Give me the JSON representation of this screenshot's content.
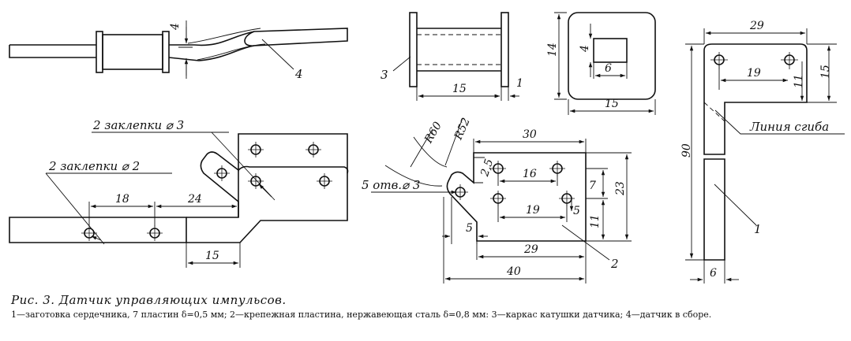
{
  "figure": {
    "caption_title": "Рис. 3. Датчик управляющих импульсов.",
    "caption_legend": "1—заготовка сердечника, 7 пластин δ=0,5 мм; 2—крепежная пластина, нержавеющая сталь δ=0,8 мм: 3—каркас катушки датчика; 4—датчик в сборе."
  },
  "labels": {
    "rivets_3": "2 заклепки ⌀ 3",
    "rivets_2": "2 заклепки ⌀ 2",
    "holes_3": "5 отв.⌀ 3",
    "bend_line": "Линия сгиба",
    "part_1": "1",
    "part_1b": "1",
    "part_2": "2",
    "part_3": "3",
    "part_4": "4"
  },
  "dimensions": {
    "d_4": "4",
    "d_15_bobbin": "15",
    "d_1_bobbin": "1",
    "d_14": "14",
    "d_4_window": "4",
    "d_6_window": "6",
    "d_15_square": "15",
    "d_29_core": "29",
    "d_19_core": "19",
    "d_11_core": "11",
    "d_15_core": "15",
    "d_90": "90",
    "d_6_core": "6",
    "d_18": "18",
    "d_24": "24",
    "d_15_assembly": "15",
    "d_r60": "R60",
    "d_r52": "R52",
    "d_30": "30",
    "d_16": "16",
    "d_2_5": "2,5",
    "d_7": "7",
    "d_23": "23",
    "d_19_plate": "19",
    "d_5_right": "5",
    "d_11_plate": "11",
    "d_5_left": "5",
    "d_29_plate": "29",
    "d_40": "40"
  }
}
